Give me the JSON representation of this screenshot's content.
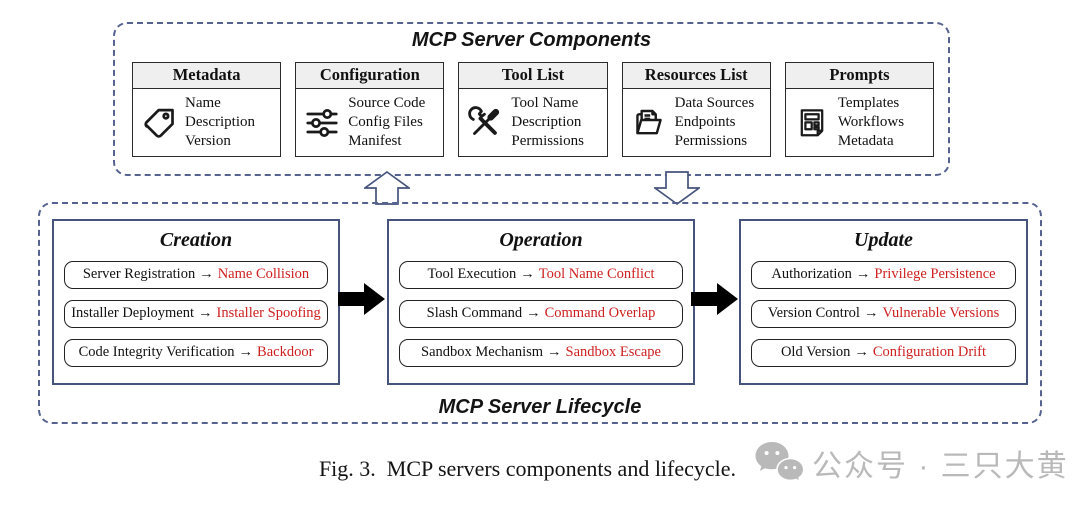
{
  "colors": {
    "dashed_border": "#566391",
    "stage_border": "#46537c",
    "threat_red": "#cf2020",
    "header_bg": "#efefef",
    "arrow_black": "#000000",
    "watermark_gray": "#b9b9b9"
  },
  "components_panel": {
    "title": "MCP Server Components",
    "boxes": [
      {
        "title": "Metadata",
        "icon": "tag-icon",
        "items": [
          "Name",
          "Description",
          "Version"
        ]
      },
      {
        "title": "Configuration",
        "icon": "sliders-icon",
        "items": [
          "Source Code",
          "Config Files",
          "Manifest"
        ]
      },
      {
        "title": "Tool List",
        "icon": "tools-icon",
        "items": [
          "Tool Name",
          "Description",
          "Permissions"
        ]
      },
      {
        "title": "Resources List",
        "icon": "folder-icon",
        "items": [
          "Data Sources",
          "Endpoints",
          "Permissions"
        ]
      },
      {
        "title": "Prompts",
        "icon": "template-icon",
        "items": [
          "Templates",
          "Workflows",
          "Metadata"
        ]
      }
    ]
  },
  "lifecycle_panel": {
    "title": "MCP Server Lifecycle",
    "arrow": "→",
    "stages": [
      {
        "title": "Creation",
        "items": [
          {
            "step": "Server Registration",
            "threat": "Name Collision"
          },
          {
            "step": "Installer Deployment",
            "threat": "Installer Spoofing"
          },
          {
            "step": "Code Integrity Verification",
            "threat": "Backdoor"
          }
        ]
      },
      {
        "title": "Operation",
        "items": [
          {
            "step": "Tool Execution",
            "threat": "Tool Name Conflict"
          },
          {
            "step": "Slash Command",
            "threat": "Command Overlap"
          },
          {
            "step": "Sandbox Mechanism",
            "threat": "Sandbox Escape"
          }
        ]
      },
      {
        "title": "Update",
        "items": [
          {
            "step": "Authorization",
            "threat": "Privilege Persistence"
          },
          {
            "step": "Version Control",
            "threat": "Vulnerable Versions"
          },
          {
            "step": "Old Version",
            "threat": "Configuration Drift"
          }
        ]
      }
    ]
  },
  "caption": "Fig. 3.  MCP servers components and lifecycle.",
  "watermark": {
    "icon": "wechat-icon",
    "text": "公众号 · 三只大黄"
  }
}
